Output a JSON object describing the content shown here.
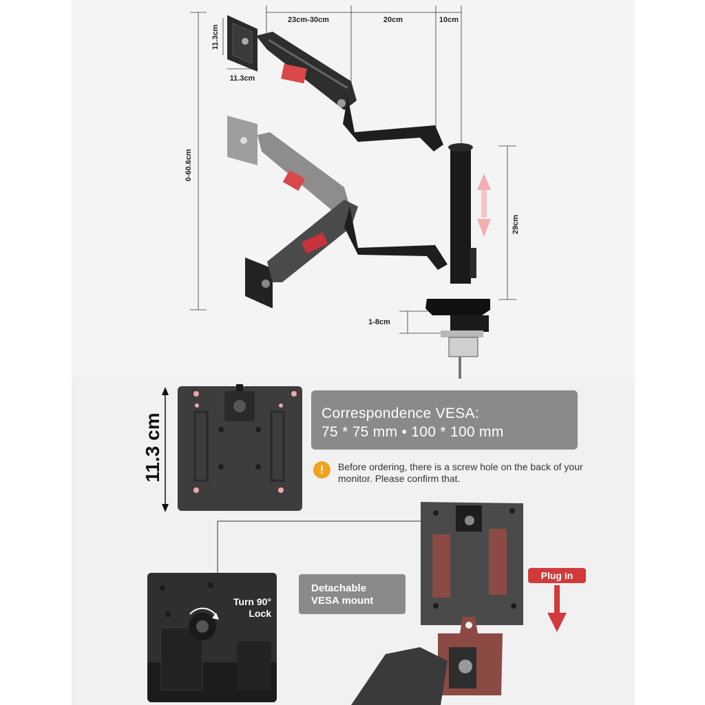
{
  "dimensions": {
    "vesa_height": "11.3cm",
    "vesa_width": "11.3cm",
    "arm_segment_1": "23cm-30cm",
    "arm_segment_2": "20cm",
    "arm_segment_3": "10cm",
    "height_range": "0-60.6cm",
    "pole_height": "29cm",
    "clamp_range": "1-8cm"
  },
  "vesa_info": {
    "title": "Correspondence VESA:",
    "sizes": "75 * 75 mm  •  100 * 100 mm"
  },
  "plate_size": "11.3 cm",
  "notice": {
    "icon": "exclamation-icon",
    "text": "Before ordering, there is a screw hole on the back of your monitor. Please confirm that."
  },
  "detachable": {
    "line1": "Detachable",
    "line2": "VESA mount"
  },
  "plug_in_label": "Plug in",
  "lock_label": {
    "line1": "Turn 90°",
    "line2": "Lock"
  },
  "colors": {
    "accent_red": "#d23a3a",
    "info_box": "#8a8a8a",
    "warning": "#f2a21c",
    "plate_dark": "#3d3d3d",
    "plate_brown": "#8c4a44"
  }
}
